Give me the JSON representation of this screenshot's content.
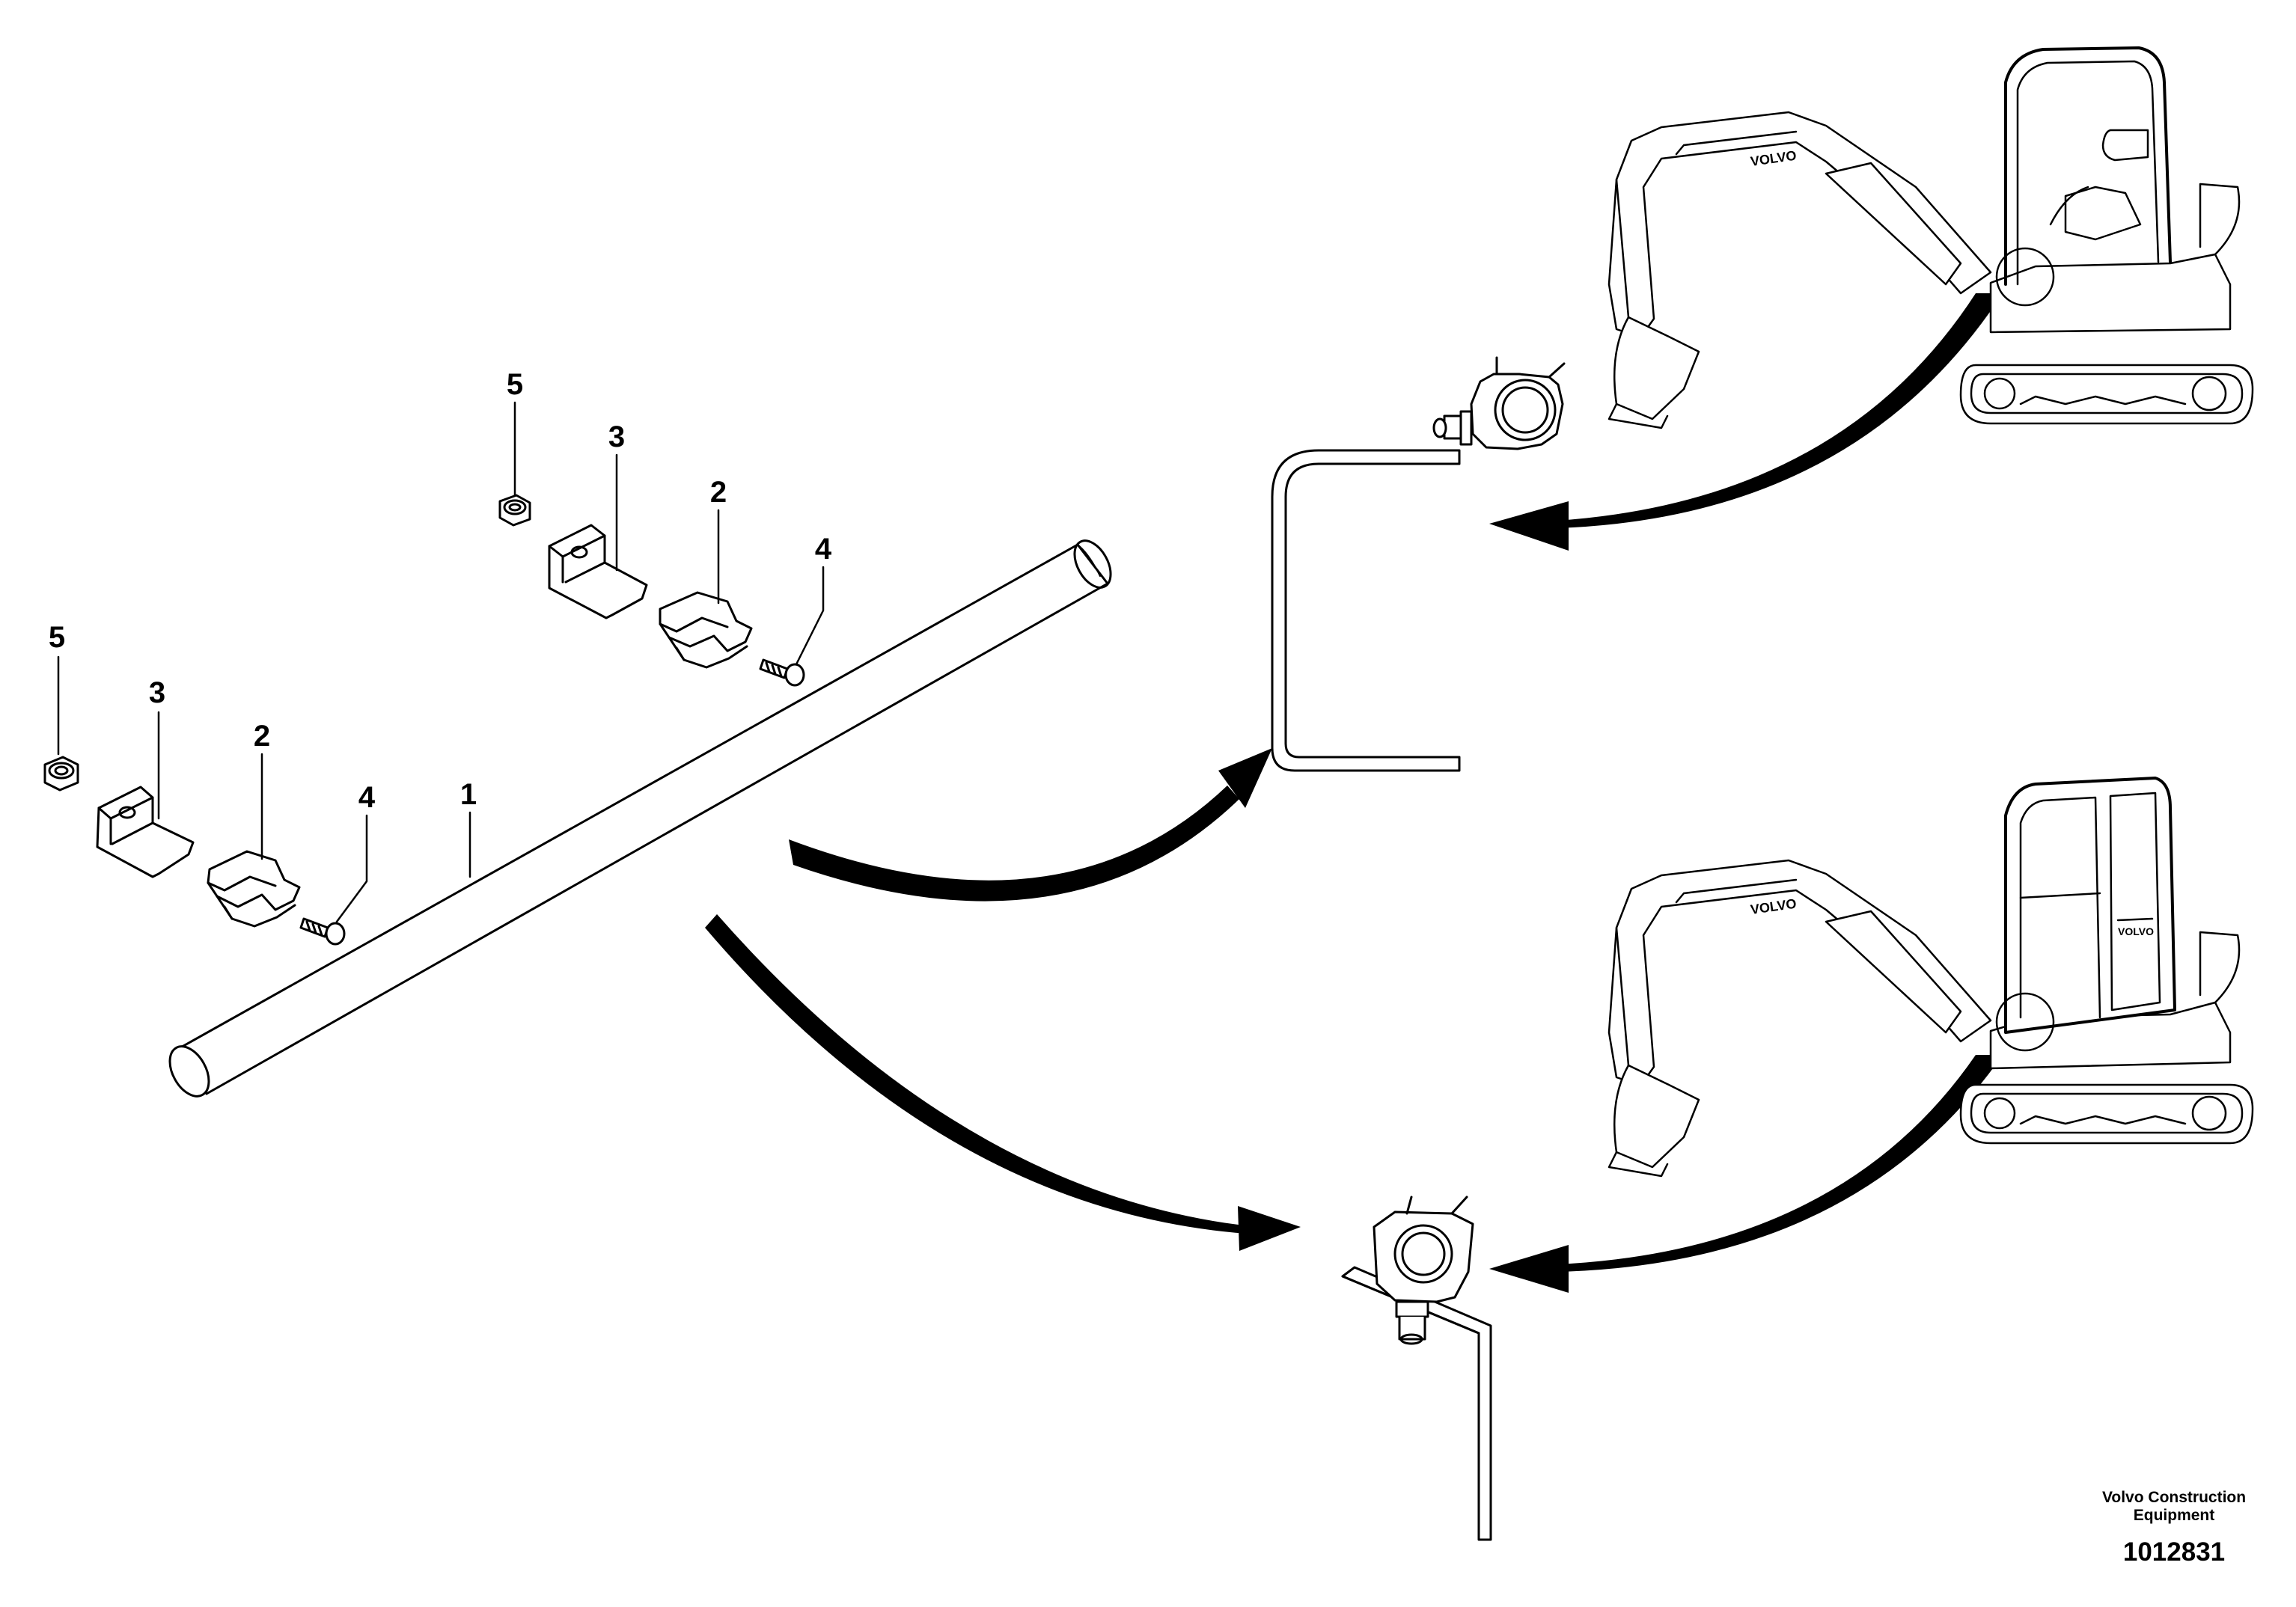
{
  "callouts": {
    "item_1": "1",
    "item_2_left": "2",
    "item_2_right": "2",
    "item_3_left": "3",
    "item_3_right": "3",
    "item_4_left": "4",
    "item_4_right": "4",
    "item_5_left": "5",
    "item_5_right": "5"
  },
  "machine_brand_text": "VOLVO",
  "footer": {
    "credit_line1": "Volvo Construction",
    "credit_line2": "Equipment",
    "figure_number": "1012831"
  },
  "colors": {
    "line": "#000000",
    "background": "#ffffff"
  }
}
